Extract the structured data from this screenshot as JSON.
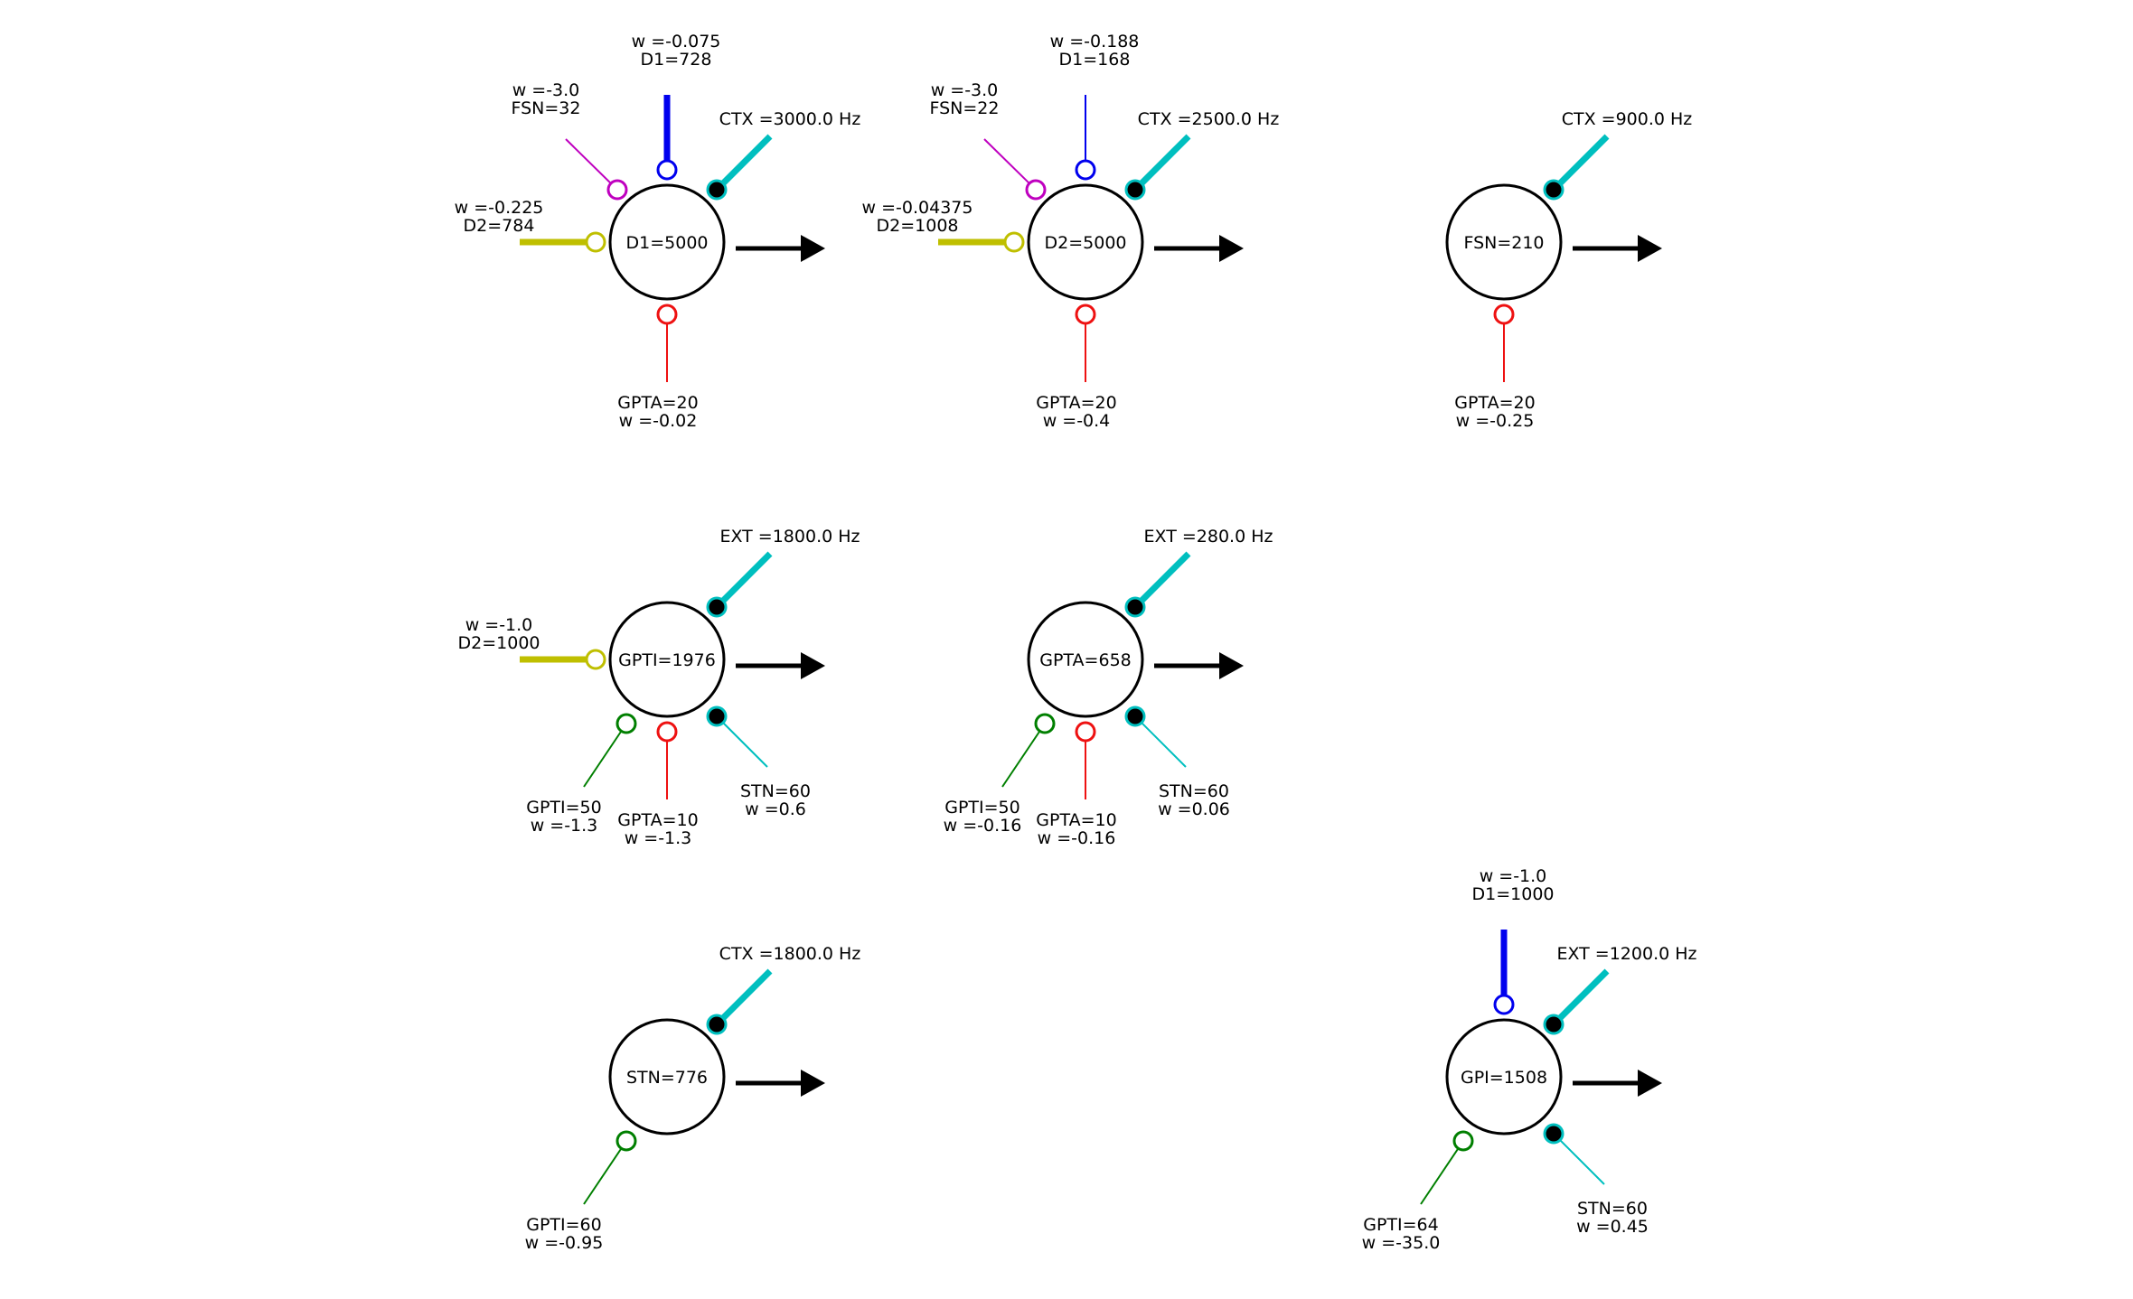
{
  "colors": {
    "D1": "#0000ee",
    "D2": "#bfbf00",
    "FSN": "#bf00bf",
    "GPTA": "#ee1111",
    "GPTI": "#007f00",
    "excitatory": "#00bfbf",
    "outline": "#000000"
  },
  "nuclei": [
    {
      "id": "D1",
      "label": "D1=5000",
      "inputs": [
        {
          "kind": "inhibitory",
          "source": "D1",
          "line1": "w =-0.075",
          "line2": "D1=728",
          "thick": true
        },
        {
          "kind": "inhibitory",
          "source": "FSN",
          "line1": "w =-3.0",
          "line2": "FSN=32",
          "thick": false
        },
        {
          "kind": "excitatory",
          "source": "CTX",
          "line1": "CTX =3000.0 Hz",
          "line2": "",
          "thick": true
        },
        {
          "kind": "inhibitory",
          "source": "D2",
          "line1": "w =-0.225",
          "line2": "D2=784",
          "thick": true
        },
        {
          "kind": "inhibitory",
          "source": "GPTA",
          "line1": "GPTA=20",
          "line2": "w =-0.02",
          "thick": false
        }
      ]
    },
    {
      "id": "D2",
      "label": "D2=5000",
      "inputs": [
        {
          "kind": "inhibitory",
          "source": "D1",
          "line1": "w =-0.188",
          "line2": "D1=168",
          "thick": false
        },
        {
          "kind": "inhibitory",
          "source": "FSN",
          "line1": "w =-3.0",
          "line2": "FSN=22",
          "thick": false
        },
        {
          "kind": "excitatory",
          "source": "CTX",
          "line1": "CTX =2500.0 Hz",
          "line2": "",
          "thick": true
        },
        {
          "kind": "inhibitory",
          "source": "D2",
          "line1": "w =-0.04375",
          "line2": "D2=1008",
          "thick": true
        },
        {
          "kind": "inhibitory",
          "source": "GPTA",
          "line1": "GPTA=20",
          "line2": "w =-0.4",
          "thick": false
        }
      ]
    },
    {
      "id": "FSN",
      "label": "FSN=210",
      "inputs": [
        {
          "kind": "excitatory",
          "source": "CTX",
          "line1": "CTX =900.0 Hz",
          "line2": "",
          "thick": true
        },
        {
          "kind": "inhibitory",
          "source": "GPTA",
          "line1": "GPTA=20",
          "line2": "w =-0.25",
          "thick": false
        }
      ]
    },
    {
      "id": "GPTI",
      "label": "GPTI=1976",
      "inputs": [
        {
          "kind": "excitatory",
          "source": "EXT",
          "line1": "EXT =1800.0 Hz",
          "line2": "",
          "thick": true
        },
        {
          "kind": "inhibitory",
          "source": "D2",
          "line1": "w =-1.0",
          "line2": "D2=1000",
          "thick": true
        },
        {
          "kind": "inhibitory",
          "source": "GPTI",
          "line1": "GPTI=50",
          "line2": "w =-1.3",
          "thick": false
        },
        {
          "kind": "inhibitory",
          "source": "GPTA",
          "line1": "GPTA=10",
          "line2": "w =-1.3",
          "thick": false
        },
        {
          "kind": "excitatory",
          "source": "STN",
          "line1": "STN=60",
          "line2": "w =0.6",
          "thick": false
        }
      ]
    },
    {
      "id": "GPTA",
      "label": "GPTA=658",
      "inputs": [
        {
          "kind": "excitatory",
          "source": "EXT",
          "line1": "EXT =280.0 Hz",
          "line2": "",
          "thick": true
        },
        {
          "kind": "inhibitory",
          "source": "GPTI",
          "line1": "GPTI=50",
          "line2": "w =-0.16",
          "thick": false
        },
        {
          "kind": "inhibitory",
          "source": "GPTA",
          "line1": "GPTA=10",
          "line2": "w =-0.16",
          "thick": false
        },
        {
          "kind": "excitatory",
          "source": "STN",
          "line1": "STN=60",
          "line2": "w =0.06",
          "thick": false
        }
      ]
    },
    {
      "id": "STN",
      "label": "STN=776",
      "inputs": [
        {
          "kind": "excitatory",
          "source": "CTX",
          "line1": "CTX =1800.0 Hz",
          "line2": "",
          "thick": true
        },
        {
          "kind": "inhibitory",
          "source": "GPTI",
          "line1": "GPTI=60",
          "line2": "w =-0.95",
          "thick": false
        }
      ]
    },
    {
      "id": "GPI",
      "label": "GPI=1508",
      "inputs": [
        {
          "kind": "inhibitory",
          "source": "D1",
          "line1": "w =-1.0",
          "line2": "D1=1000",
          "thick": true
        },
        {
          "kind": "excitatory",
          "source": "EXT",
          "line1": "EXT =1200.0 Hz",
          "line2": "",
          "thick": true
        },
        {
          "kind": "inhibitory",
          "source": "GPTI",
          "line1": "GPTI=64",
          "line2": "w =-35.0",
          "thick": false
        },
        {
          "kind": "excitatory",
          "source": "STN",
          "line1": "STN=60",
          "line2": "w =0.45",
          "thick": false
        }
      ]
    }
  ]
}
